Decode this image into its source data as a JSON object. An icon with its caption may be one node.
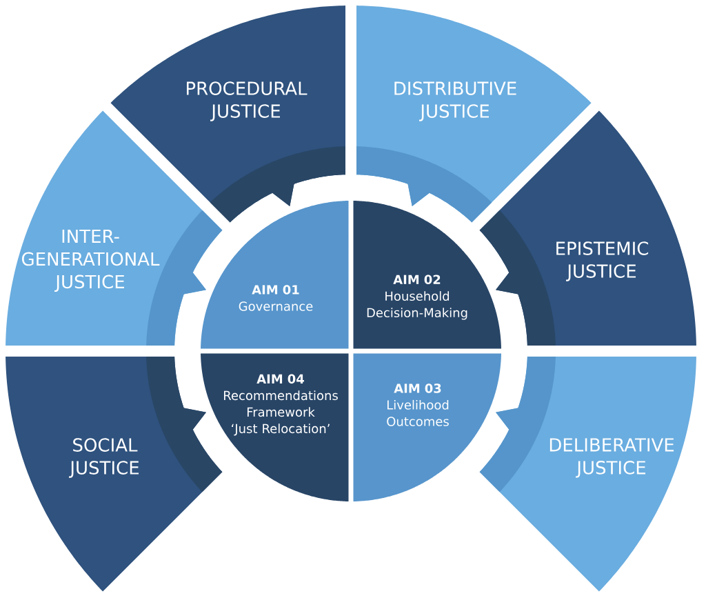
{
  "diagram": {
    "nodes": [
      {
        "text": [
          "PROCEDURAL JUSTICE"
        ]
      },
      {
        "text": [
          "DISTRIBUTIVE JUSTICE"
        ]
      },
      {
        "text": [
          "INTER-GENERATIONAL JUSTICE"
        ]
      },
      {
        "text": [
          "EPISTEMIC JUSTICE"
        ]
      },
      {
        "text": [
          "SOCIAL JUSTICE"
        ]
      },
      {
        "text": [
          "DELIBERATIVE JUSTICE"
        ]
      },
      {
        "text": [
          "AIM 01",
          "Governance"
        ]
      },
      {
        "text": [
          "AIM 02",
          "Household Decision-Making"
        ]
      },
      {
        "text": [
          "AIM 03",
          "Livelihood Outcomes"
        ]
      },
      {
        "text": [
          "AIM 04",
          "Recommendations Framework",
          "‘Just Relocation’"
        ]
      }
    ]
  }
}
